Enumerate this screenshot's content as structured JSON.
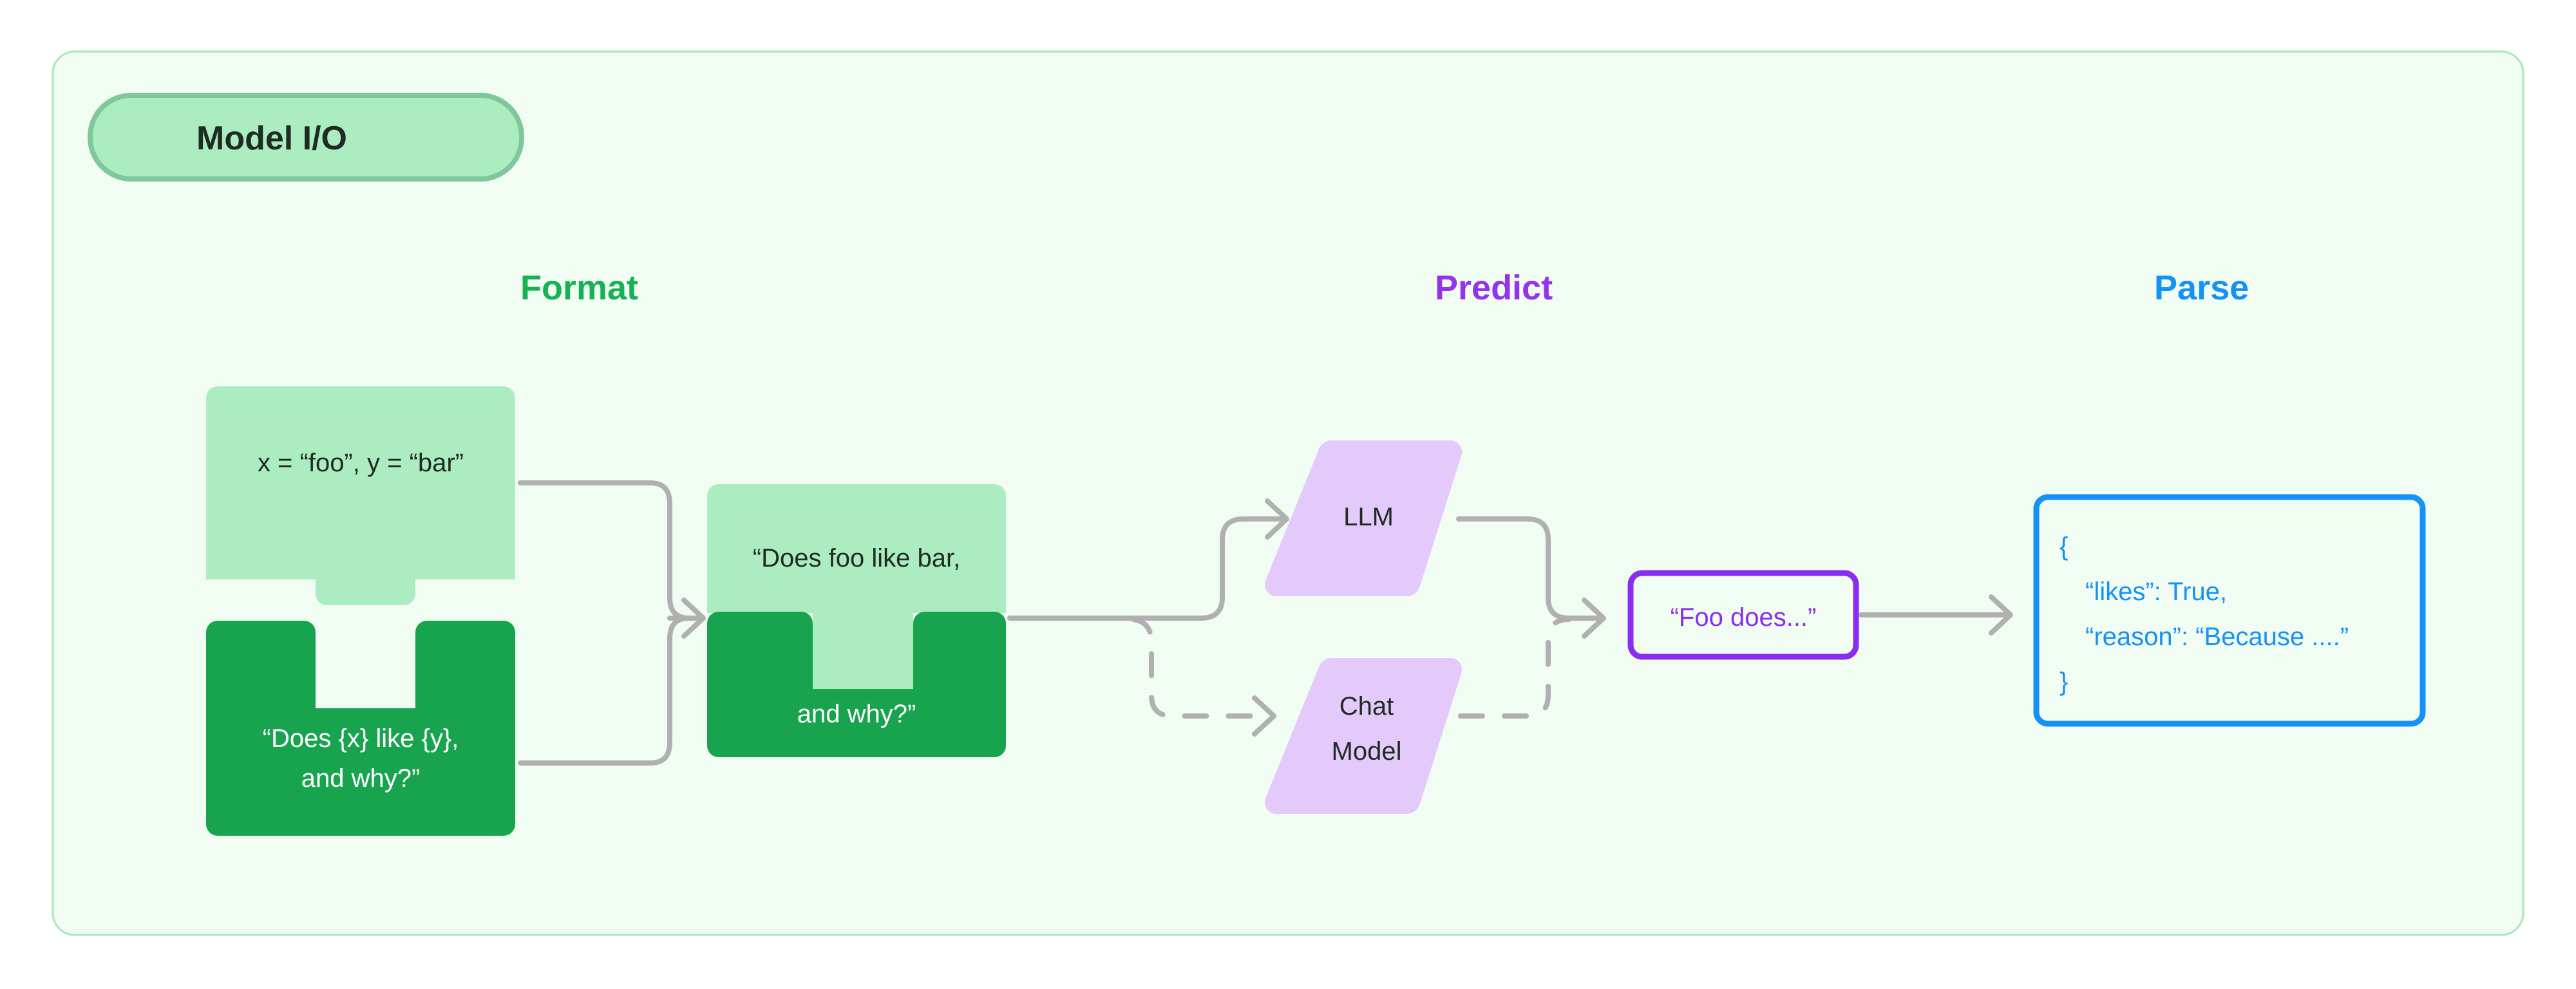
{
  "panel": {
    "badge_label": "Model I/O",
    "background": "#f1fcf3",
    "border_color": "#a7e9bd",
    "badge_fill": "#abedc1",
    "badge_border": "#81c79c"
  },
  "columns": [
    {
      "id": "format",
      "label": "Format",
      "color": "#16b152"
    },
    {
      "id": "predict",
      "label": "Predict",
      "color": "#9333f0"
    },
    {
      "id": "parse",
      "label": "Parse",
      "color": "#1592f5"
    }
  ],
  "nodes": {
    "inputs_piece": {
      "name": "inputs",
      "text": "x = “foo”, y = “bar”",
      "fill": "#abedc1",
      "text_color": "#1f2b23"
    },
    "template_piece": {
      "name": "prompt-template",
      "line1": "“Does {x} like {y},",
      "line2": "and why?”",
      "fill": "#18a44f",
      "text_color": "#ffffff"
    },
    "formatted_piece": {
      "name": "formatted-prompt",
      "top_text": "“Does foo like bar,",
      "bottom_text": "and why?”",
      "top_fill": "#abedc1",
      "bottom_fill": "#18a44f",
      "top_text_color": "#1f2b23",
      "bottom_text_color": "#ffffff"
    },
    "llm": {
      "name": "llm",
      "label": "LLM",
      "fill": "#e4c9fb",
      "text_color": "#241d2e"
    },
    "chat_model": {
      "name": "chat-model",
      "label_line1": "Chat",
      "label_line2": "Model",
      "fill": "#e4c9fb",
      "text_color": "#241d2e"
    },
    "completion": {
      "name": "completion",
      "text": "“Foo does...”",
      "border_color": "#8b2df0",
      "text_color": "#8b2df0"
    },
    "parsed_output": {
      "name": "parsed-json",
      "line1": "{",
      "line2": "“likes”: True,",
      "line3": "“reason”: “Because ....”",
      "line4": "}",
      "border_color": "#1592f5",
      "text_color": "#1592f5"
    }
  },
  "connectors": {
    "style_solid": "solid",
    "style_dashed": "dashed",
    "color": "#b0b0b0"
  }
}
